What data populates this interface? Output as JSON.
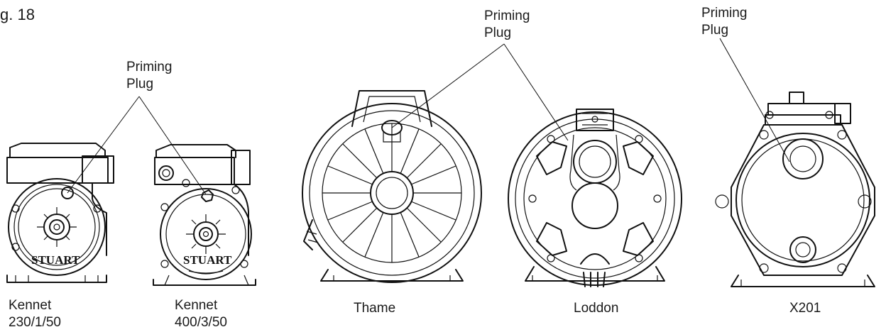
{
  "figure": {
    "label": "g. 18"
  },
  "callouts": [
    {
      "id": "kennet",
      "line1": "Priming",
      "line2": "Plug"
    },
    {
      "id": "thame-loddon",
      "line1": "Priming",
      "line2": "Plug"
    },
    {
      "id": "x201",
      "line1": "Priming",
      "line2": "Plug"
    }
  ],
  "pumps": [
    {
      "id": "kennet-230",
      "name": "Kennet",
      "spec": "230/1/50",
      "logo": "STUART"
    },
    {
      "id": "kennet-400",
      "name": "Kennet",
      "spec": "400/3/50",
      "logo": "STUART"
    },
    {
      "id": "thame",
      "name": "Thame",
      "spec": ""
    },
    {
      "id": "loddon",
      "name": "Loddon",
      "spec": ""
    },
    {
      "id": "x201",
      "name": "X201",
      "spec": ""
    }
  ]
}
